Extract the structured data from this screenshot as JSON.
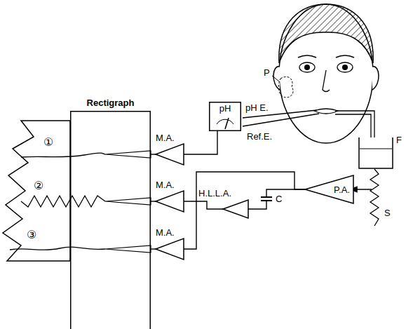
{
  "diagram": {
    "nodes": [
      {
        "text": [
          "Rectigraph"
        ]
      },
      {
        "text": [
          "pH"
        ]
      },
      {
        "text": [
          "M.A."
        ]
      },
      {
        "text": [
          "M.A."
        ]
      },
      {
        "text": [
          "M.A."
        ]
      },
      {
        "text": [
          "P.A."
        ]
      },
      {
        "text": [
          "H.L.L.A."
        ]
      }
    ],
    "edges": [
      {
        "from": 1,
        "to": 2,
        "arrow": "none"
      },
      {
        "from": 5,
        "to": 4,
        "arrow": "none"
      },
      {
        "from": 5,
        "to": 6,
        "arrow": "none"
      },
      {
        "from": 6,
        "to": 3,
        "arrow": "none"
      },
      {
        "from": 2,
        "to": 0,
        "arrow": "none"
      },
      {
        "from": 3,
        "to": 0,
        "arrow": "none"
      },
      {
        "from": 4,
        "to": 0,
        "arrow": "none"
      }
    ],
    "labels": [
      "①",
      "②",
      "③",
      "P",
      "pH E.",
      "Ref.E.",
      "F",
      "S",
      "C"
    ]
  }
}
